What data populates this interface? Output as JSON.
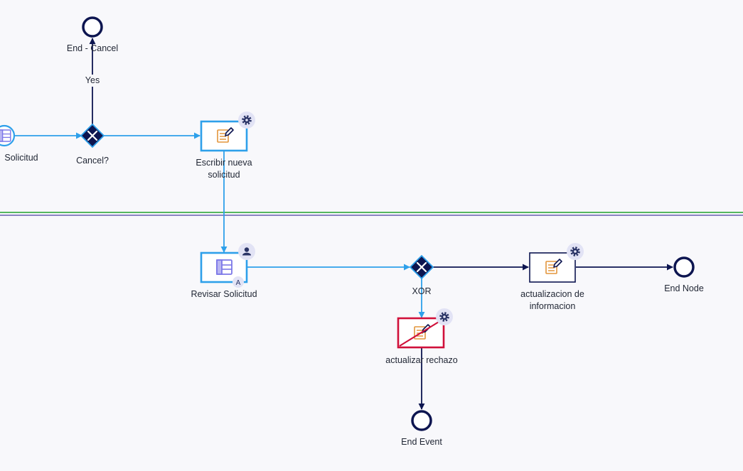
{
  "colors": {
    "background": "#f8f8fb",
    "navy": "#0d1550",
    "selected_blue": "#2ea0ea",
    "error_red": "#d0103a",
    "form_orange": "#e3953c",
    "form_purple": "#7c78e8",
    "lane_green": "#3fae49",
    "lane_purple": "#7b74b9",
    "badge_bg": "#e2e3f5"
  },
  "nodes": {
    "start_solicitud": {
      "label": "Solicitud",
      "icon": "form-icon"
    },
    "end_cancel": {
      "label": "End - Cancel"
    },
    "gateway_cancel": {
      "label": "Cancel?"
    },
    "flow_yes": {
      "label": "Yes"
    },
    "task_escribir": {
      "label": "Escribir nueva solicitud",
      "icon": "form-edit-icon",
      "badge": "gear-icon"
    },
    "task_revisar": {
      "label": "Revisar Solicitud",
      "icon": "form-icon",
      "badge": "user-icon",
      "assignee_mark": "A"
    },
    "gateway_xor": {
      "label": "XOR"
    },
    "task_actualizacion": {
      "label": "actualizacion de informacion",
      "icon": "form-edit-icon",
      "badge": "gear-icon"
    },
    "end_node": {
      "label": "End Node"
    },
    "task_rechazo": {
      "label": "actualizar rechazo",
      "icon": "form-edit-icon",
      "badge": "gear-icon"
    },
    "end_event": {
      "label": "End Event"
    }
  }
}
